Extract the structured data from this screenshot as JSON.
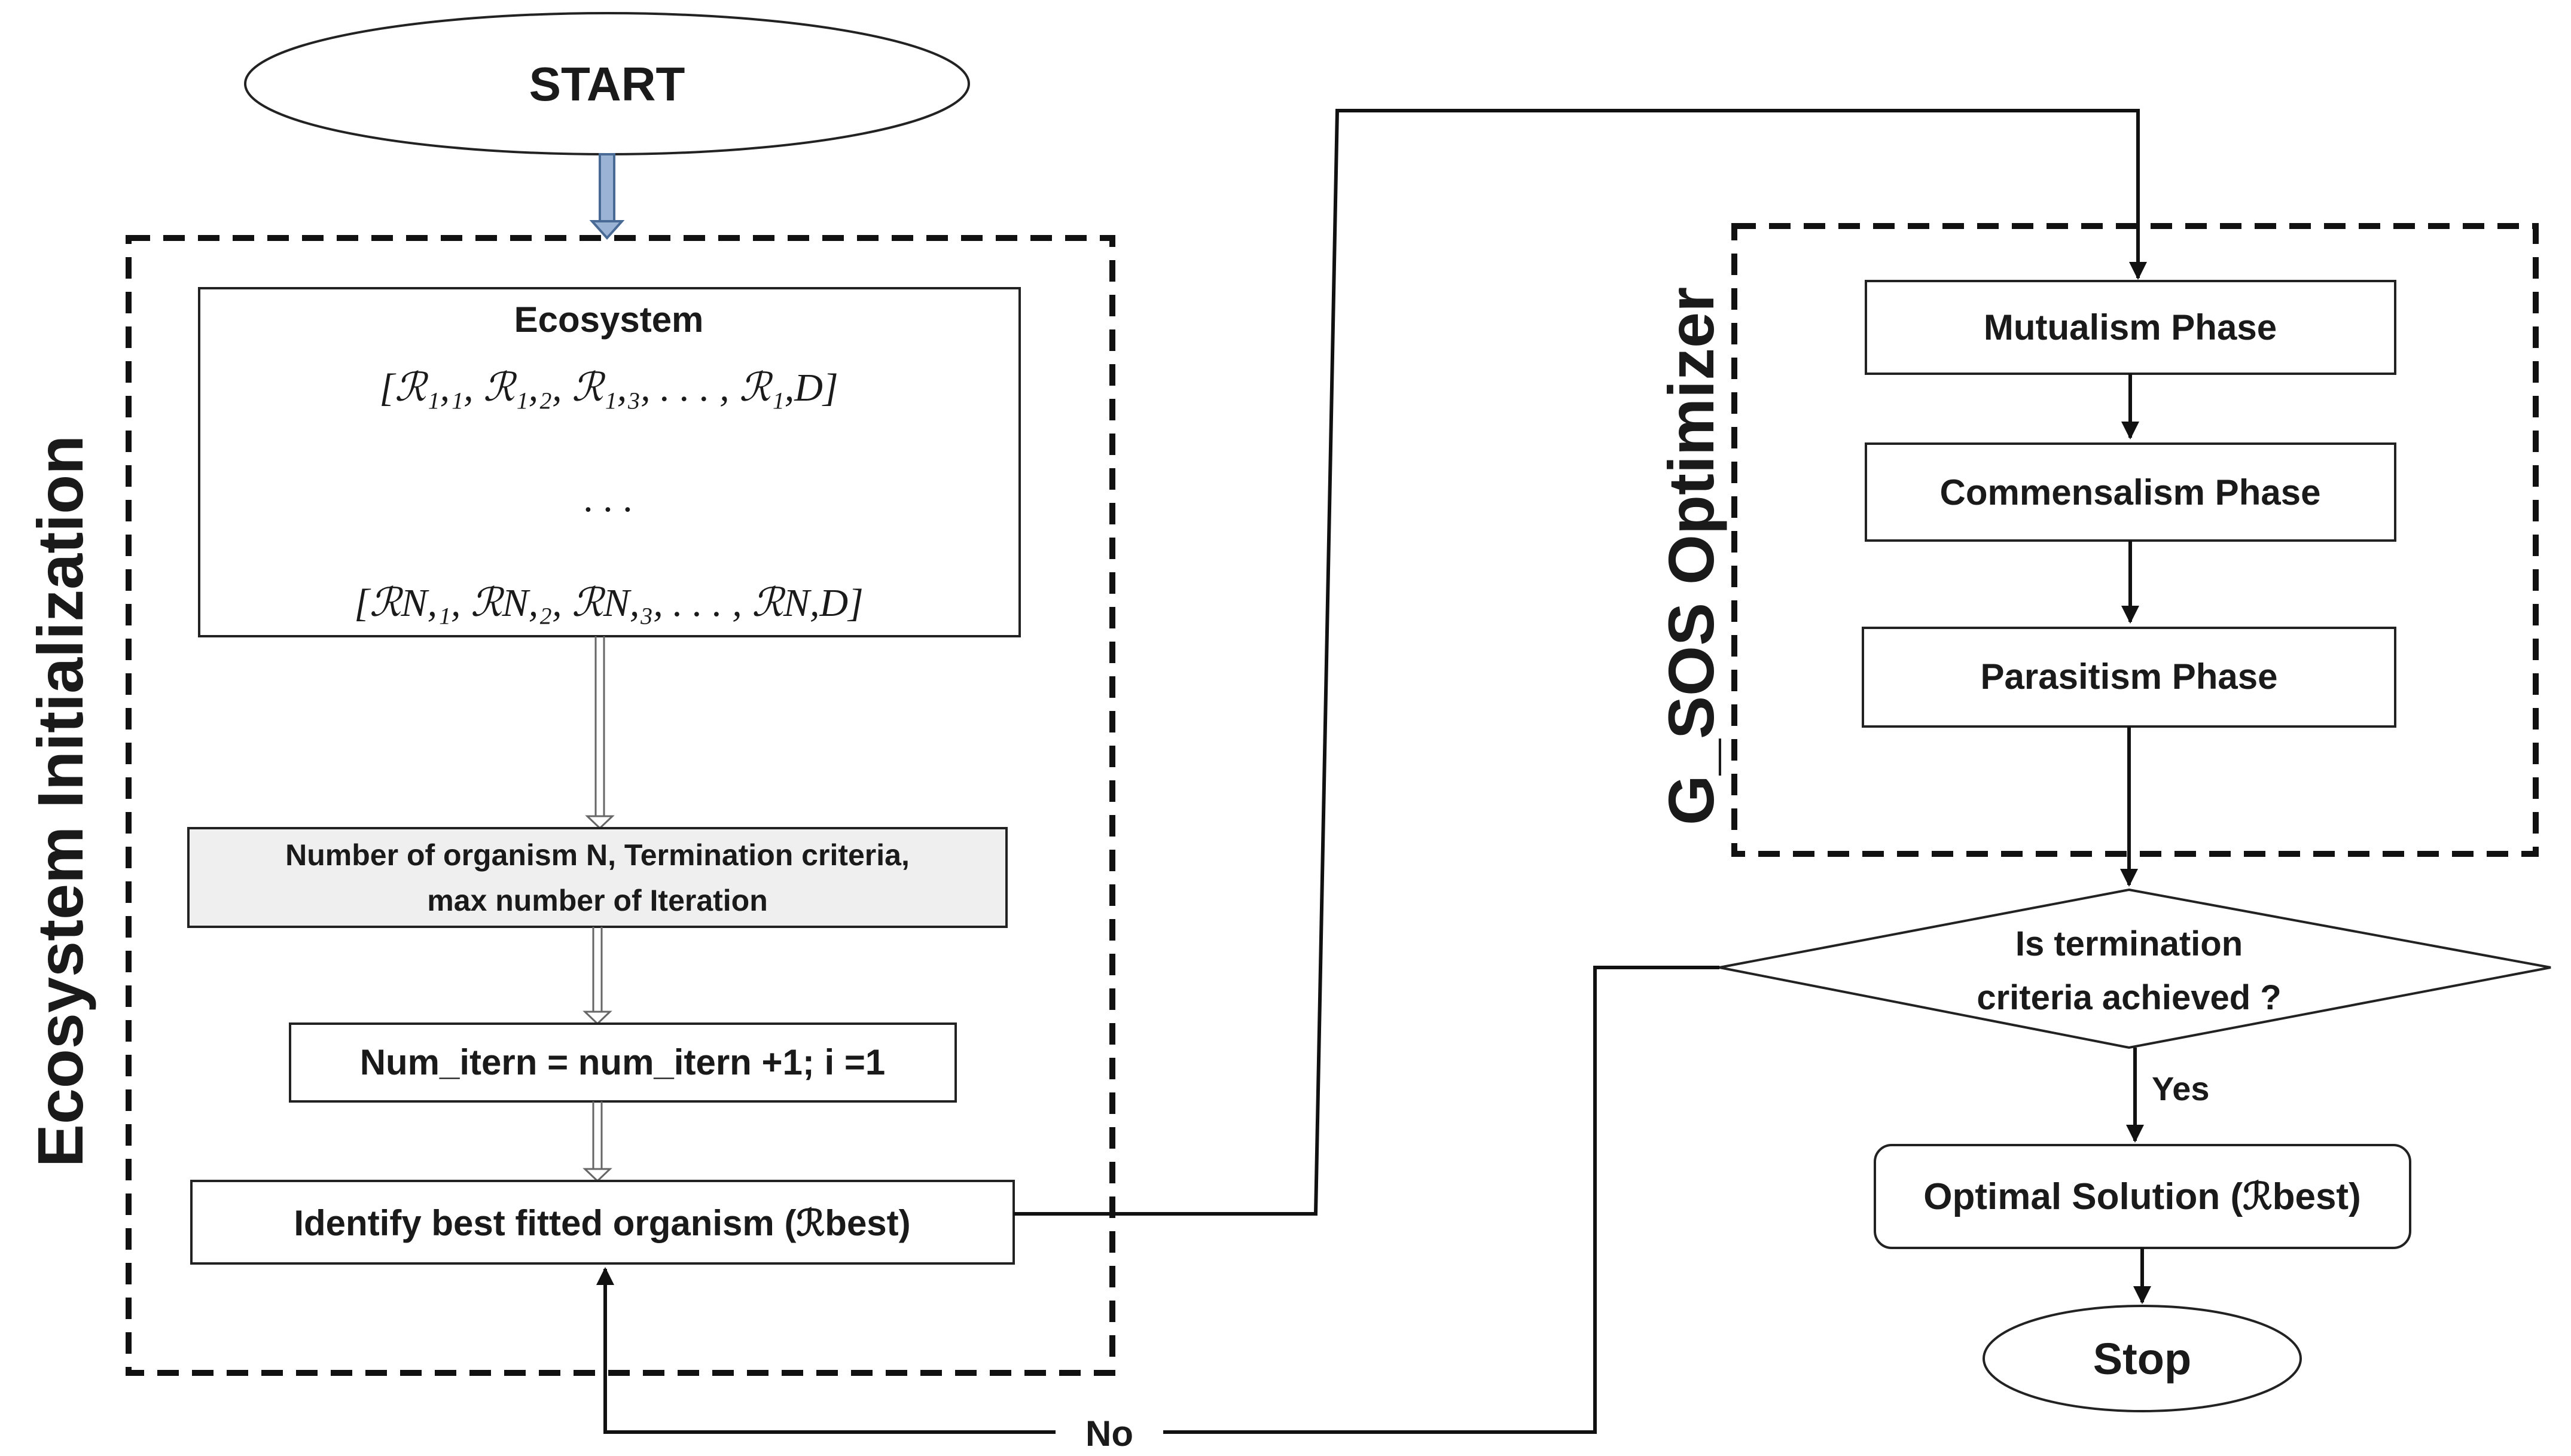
{
  "start_label": "START",
  "init_section_title": "Ecosystem Initialization",
  "optimizer_section_title": "G_SOS Optimizer",
  "ecosystem_box": {
    "title": "Ecosystem",
    "row_first": "[ℛ₁,₁, ℛ₁,₂, ℛ₁,₃,  . . . , ℛ₁,D]",
    "ellipsis": ". . .",
    "row_last": "[ℛN,₁, ℛN,₂, ℛN,₃,  . . . , ℛN,D]"
  },
  "params_box": {
    "line1": "Number of organism N, Termination criteria,",
    "line2": "max number of Iteration"
  },
  "iter_box": "Num_itern = num_itern +1; i =1",
  "identify_box": "Identify best fitted organism (ℛbest)",
  "phases": {
    "mutualism": "Mutualism Phase",
    "commensalism": "Commensalism Phase",
    "parasitism": "Parasitism Phase"
  },
  "decision": {
    "line1": "Is termination",
    "line2": "criteria achieved ?"
  },
  "yes_label": "Yes",
  "no_label": "No",
  "optimal_box": "Optimal Solution (ℛbest)",
  "stop_label": "Stop"
}
